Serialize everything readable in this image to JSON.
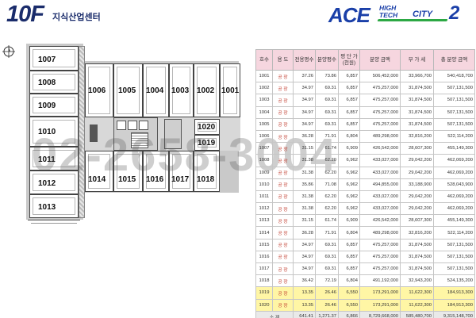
{
  "header": {
    "floor": "10F",
    "subtitle": "지식산업센터",
    "logo": {
      "ace": "ACE",
      "high": "HIGH",
      "tech": "TECH",
      "city": "CITY",
      "num": "2"
    }
  },
  "watermark": "02-2658-3004",
  "plan": {
    "rooms": [
      "1007",
      "1008",
      "1009",
      "1010",
      "1011",
      "1012",
      "1013",
      "1006",
      "1005",
      "1004",
      "1003",
      "1002",
      "1001",
      "1020",
      "1019",
      "1014",
      "1015",
      "1016",
      "1017",
      "1018"
    ]
  },
  "table": {
    "headers": [
      "호수",
      "용 도",
      "전용평수",
      "분양평수",
      "평 단 가\n(천원)",
      "분양 금액",
      "부 가 세",
      "총 분양 금액"
    ],
    "rows": [
      [
        "1001",
        "공 장",
        "37.26",
        "73.86",
        "6,857",
        "506,452,000",
        "33,966,700",
        "540,418,700"
      ],
      [
        "1002",
        "공 장",
        "34.97",
        "69.31",
        "6,857",
        "475,257,000",
        "31,874,500",
        "507,131,500"
      ],
      [
        "1003",
        "공 장",
        "34.97",
        "69.31",
        "6,857",
        "475,257,000",
        "31,874,500",
        "507,131,500"
      ],
      [
        "1004",
        "공 장",
        "34.97",
        "69.31",
        "6,857",
        "475,257,000",
        "31,874,500",
        "507,131,500"
      ],
      [
        "1005",
        "공 장",
        "34.97",
        "69.31",
        "6,857",
        "475,257,000",
        "31,874,500",
        "507,131,500"
      ],
      [
        "1006",
        "공 장",
        "36.28",
        "71.91",
        "6,804",
        "489,298,000",
        "32,816,200",
        "522,114,200"
      ],
      [
        "1007",
        "공 장",
        "31.15",
        "61.74",
        "6,909",
        "426,542,000",
        "28,607,300",
        "455,149,300"
      ],
      [
        "1008",
        "공 장",
        "31.38",
        "62.20",
        "6,962",
        "433,027,000",
        "29,042,200",
        "462,069,200"
      ],
      [
        "1009",
        "공 장",
        "31.38",
        "62.20",
        "6,962",
        "433,027,000",
        "29,042,200",
        "462,069,200"
      ],
      [
        "1010",
        "공 장",
        "35.86",
        "71.08",
        "6,962",
        "494,855,000",
        "33,188,900",
        "528,043,900"
      ],
      [
        "1011",
        "공 장",
        "31.38",
        "62.20",
        "6,962",
        "433,027,000",
        "29,042,200",
        "462,069,200"
      ],
      [
        "1012",
        "공 장",
        "31.38",
        "62.20",
        "6,962",
        "433,027,000",
        "29,042,200",
        "462,069,200"
      ],
      [
        "1013",
        "공 장",
        "31.15",
        "61.74",
        "6,909",
        "426,542,000",
        "28,607,300",
        "455,149,300"
      ],
      [
        "1014",
        "공 장",
        "36.28",
        "71.91",
        "6,804",
        "489,298,000",
        "32,816,200",
        "522,114,200"
      ],
      [
        "1015",
        "공 장",
        "34.97",
        "69.31",
        "6,857",
        "475,257,000",
        "31,874,500",
        "507,131,500"
      ],
      [
        "1016",
        "공 장",
        "34.97",
        "69.31",
        "6,857",
        "475,257,000",
        "31,874,500",
        "507,131,500"
      ],
      [
        "1017",
        "공 장",
        "34.97",
        "69.31",
        "6,857",
        "475,257,000",
        "31,874,500",
        "507,131,500"
      ],
      [
        "1018",
        "공 장",
        "36.42",
        "72.19",
        "6,804",
        "491,192,000",
        "32,943,200",
        "524,135,200"
      ],
      [
        "1019",
        "공 장",
        "13.35",
        "26.46",
        "6,550",
        "173,291,000",
        "11,622,300",
        "184,913,300"
      ],
      [
        "1020",
        "공 장",
        "13.35",
        "26.46",
        "6,550",
        "173,291,000",
        "11,622,300",
        "184,913,300"
      ]
    ],
    "highlight_rows": [
      "1019",
      "1020"
    ],
    "highlight_color": "#fff6a5",
    "header_color": "#f6d6df",
    "total": [
      "소 계",
      "641.41",
      "1,271.37",
      "6,866",
      "8,729,668,000",
      "585,480,700",
      "9,315,148,700"
    ]
  }
}
